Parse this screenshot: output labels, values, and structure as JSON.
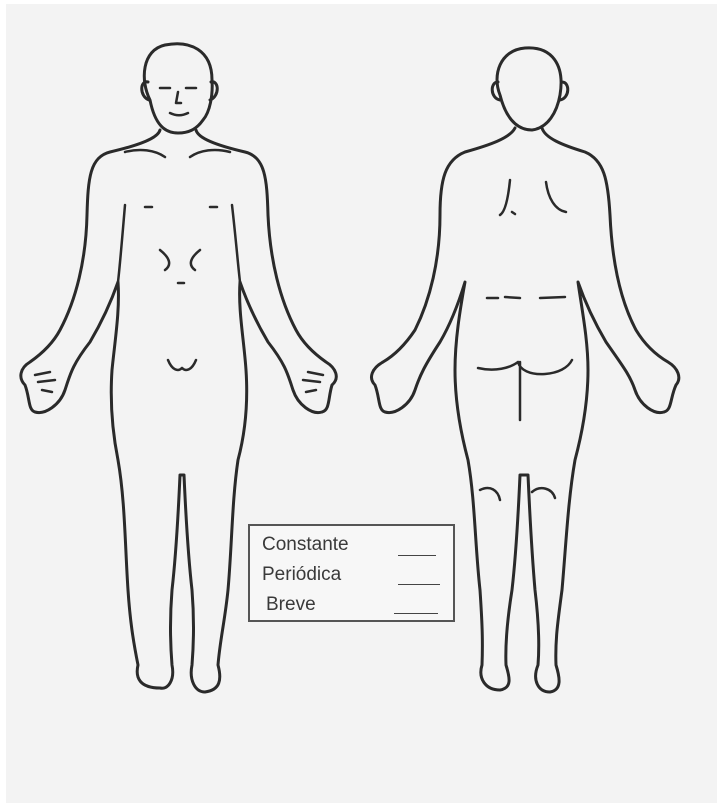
{
  "legend": {
    "items": [
      {
        "label": "Constante"
      },
      {
        "label": "Periódica"
      },
      {
        "label": "Breve"
      }
    ]
  }
}
